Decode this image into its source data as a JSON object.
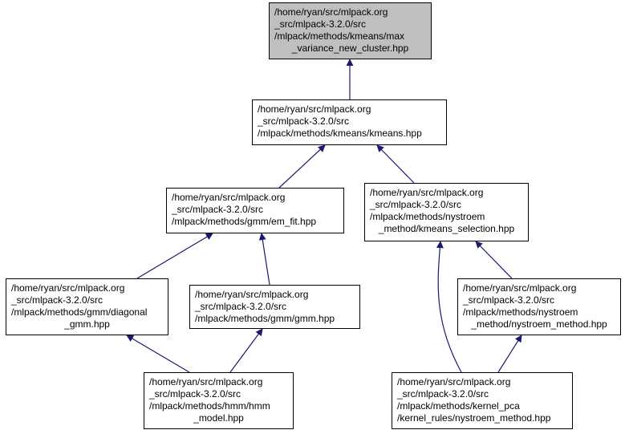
{
  "nodes": {
    "max_variance": {
      "lines": [
        "/home/ryan/src/mlpack.org",
        "_src/mlpack-3.2.0/src",
        "/mlpack/methods/kmeans/max",
        "_variance_new_cluster.hpp"
      ],
      "current": true
    },
    "kmeans": {
      "lines": [
        "/home/ryan/src/mlpack.org",
        "_src/mlpack-3.2.0/src",
        "/mlpack/methods/kmeans/kmeans.hpp"
      ]
    },
    "em_fit": {
      "lines": [
        "/home/ryan/src/mlpack.org",
        "_src/mlpack-3.2.0/src",
        "/mlpack/methods/gmm/em_fit.hpp"
      ]
    },
    "kmeans_selection": {
      "lines": [
        "/home/ryan/src/mlpack.org",
        "_src/mlpack-3.2.0/src",
        "/mlpack/methods/nystroem",
        "_method/kmeans_selection.hpp"
      ]
    },
    "diagonal_gmm": {
      "lines": [
        "/home/ryan/src/mlpack.org",
        "_src/mlpack-3.2.0/src",
        "/mlpack/methods/gmm/diagonal",
        "_gmm.hpp"
      ]
    },
    "gmm": {
      "lines": [
        "/home/ryan/src/mlpack.org",
        "_src/mlpack-3.2.0/src",
        "/mlpack/methods/gmm/gmm.hpp"
      ]
    },
    "nystroem_method": {
      "lines": [
        "/home/ryan/src/mlpack.org",
        "_src/mlpack-3.2.0/src",
        "/mlpack/methods/nystroem",
        "_method/nystroem_method.hpp"
      ]
    },
    "hmm_model": {
      "lines": [
        "/home/ryan/src/mlpack.org",
        "_src/mlpack-3.2.0/src",
        "/mlpack/methods/hmm/hmm",
        "_model.hpp"
      ]
    },
    "kernel_rules": {
      "lines": [
        "/home/ryan/src/mlpack.org",
        "_src/mlpack-3.2.0/src",
        "/mlpack/methods/kernel_pca",
        "/kernel_rules/nystroem_method.hpp"
      ]
    }
  },
  "colors": {
    "edge": "#191970",
    "current_fill": "#bfbfbf",
    "node_border": "#000000"
  }
}
